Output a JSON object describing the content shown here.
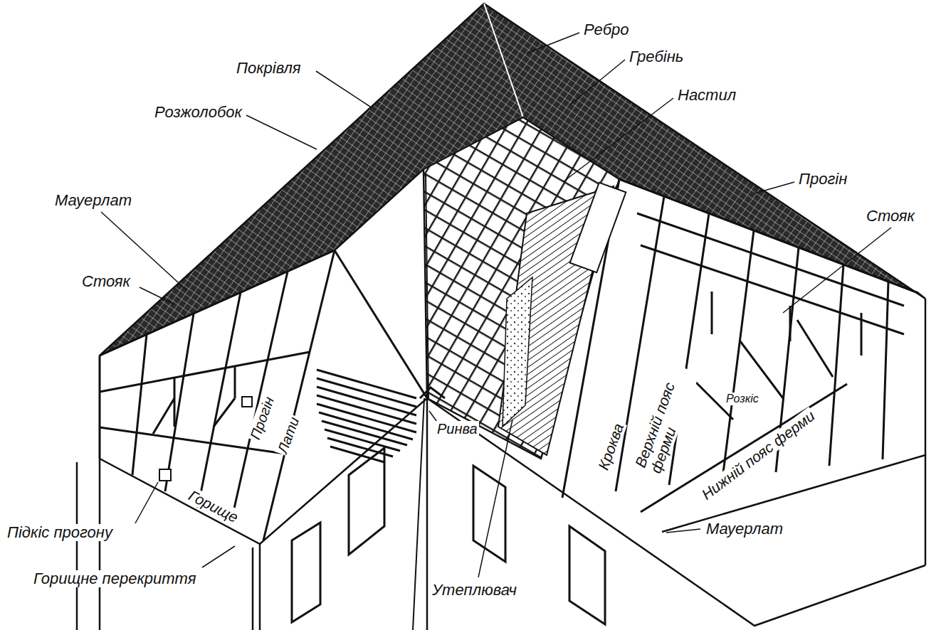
{
  "diagram": {
    "labels": [
      "Ребро",
      "Гребінь",
      "Покрівля",
      "Настил",
      "Розжолобок",
      "Прогін",
      "Мауерлат",
      "Стояк",
      "Стояк",
      "Верхній пояс ферми",
      "Розкіс",
      "Прогін",
      "Лати",
      "Ринва",
      "Кроква",
      "Нижній пояс ферми",
      "Мауерлат",
      "Горище",
      "Підкіс прогону",
      "Горищне перекриття",
      "Утеплювач"
    ]
  }
}
